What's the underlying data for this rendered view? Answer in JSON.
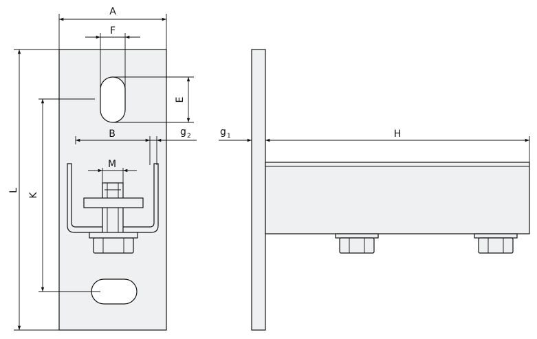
{
  "labels": {
    "A": "A",
    "F": "F",
    "E": "E",
    "B": "B",
    "g2_base": "g",
    "g2_sub": "2",
    "M": "M",
    "L": "L",
    "K": "K",
    "g1_base": "g",
    "g1_sub": "1",
    "H": "H"
  },
  "colors": {
    "line": "#111111",
    "part_fill": "#eef0f2",
    "part_fill_dark": "#d9dde1"
  }
}
